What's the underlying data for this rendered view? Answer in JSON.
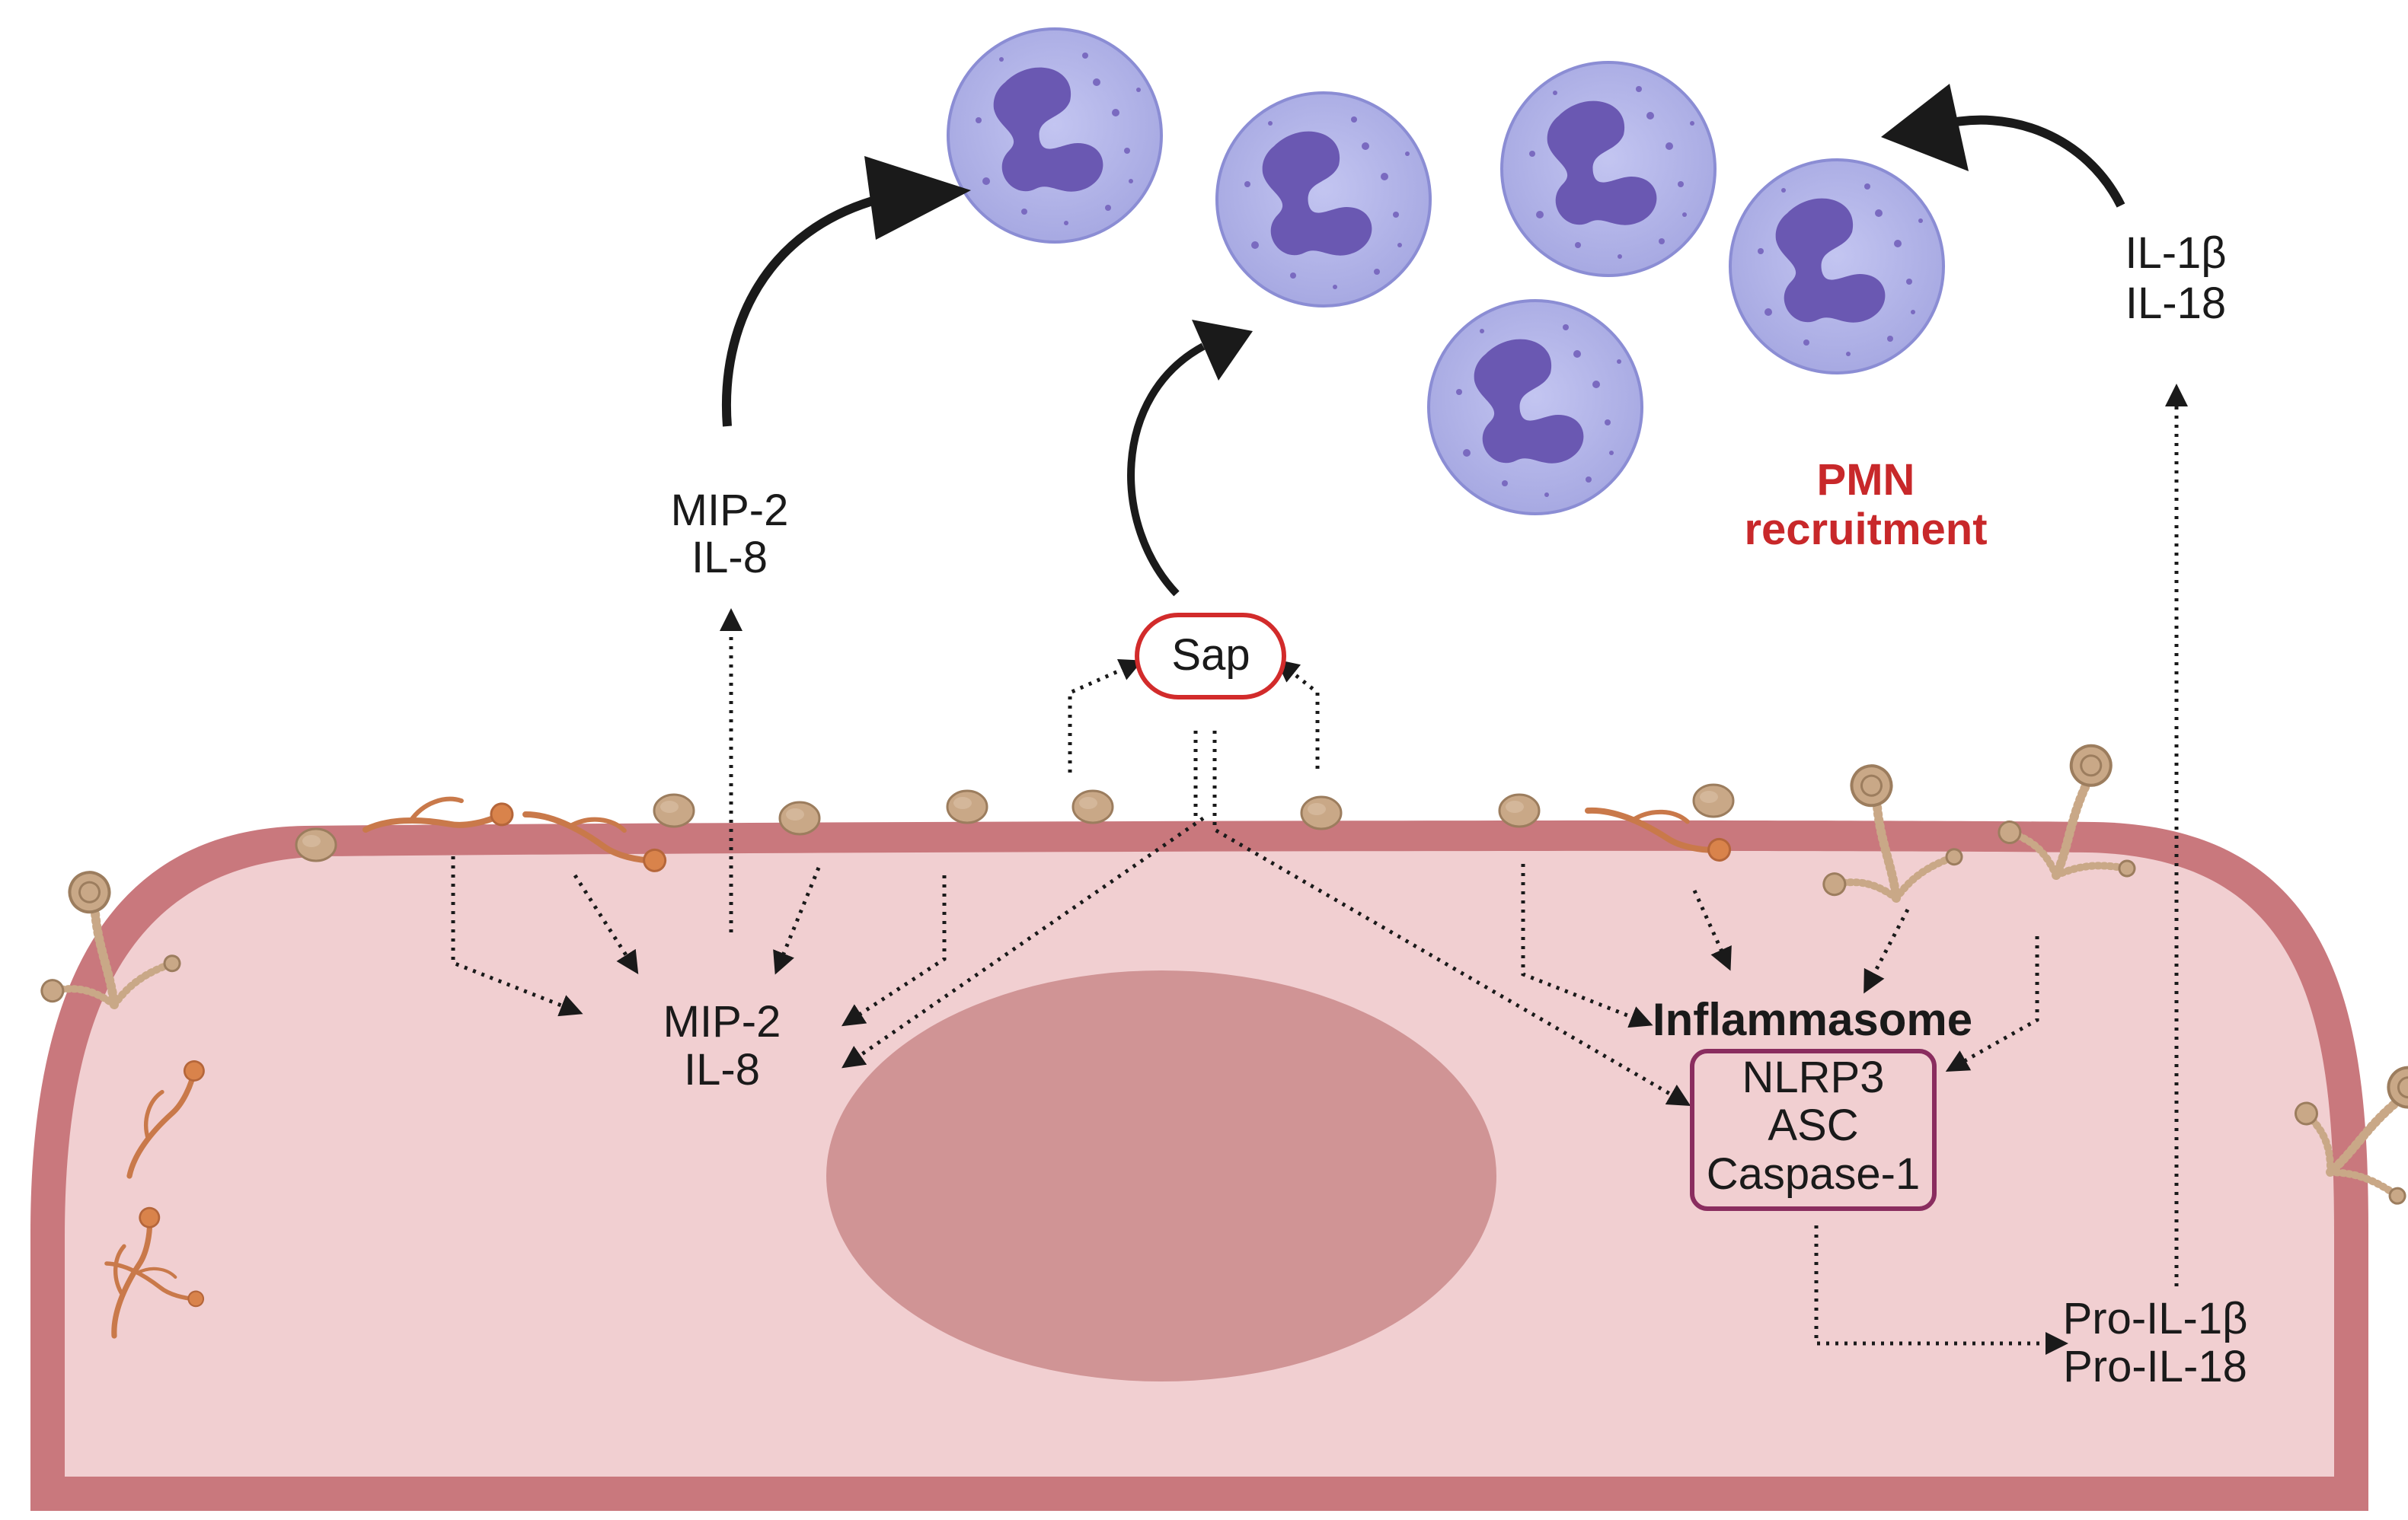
{
  "diagram": {
    "labels": {
      "mip_top_1": "MIP-2",
      "mip_top_2": "IL-8",
      "mip_in_1": "MIP-2",
      "mip_in_2": "IL-8",
      "sap": "Sap",
      "il_top_1": "IL-1β",
      "il_top_2": "IL-18",
      "pmn_1": "PMN",
      "pmn_2": "recruitment",
      "inflammasome": "Inflammasome",
      "nlrp3": "NLRP3",
      "asc": "ASC",
      "caspase": "Caspase-1",
      "pro_1": "Pro-IL-1β",
      "pro_2": "Pro-IL-18"
    },
    "elements": {
      "neutrophil": "neutrophil-cell",
      "epithelial_cell": "epithelial-cell",
      "fungal_conidia": "fungal-conidia",
      "fungal_hyphae": "fungal-hyphae"
    },
    "colors": {
      "cell_membrane": "#c9787d",
      "cell_cytoplasm": "#f1cfd1",
      "nucleus": "#d09495",
      "neutrophil_fill": "#b6b8ea",
      "neutrophil_nucleus": "#6a58b2",
      "sap_border": "#d22b2b",
      "inflammasome_border": "#8a2d5f",
      "pmn_text": "#c8282a",
      "conidia": "#c9a887",
      "hyphae": "#c9794a"
    }
  }
}
